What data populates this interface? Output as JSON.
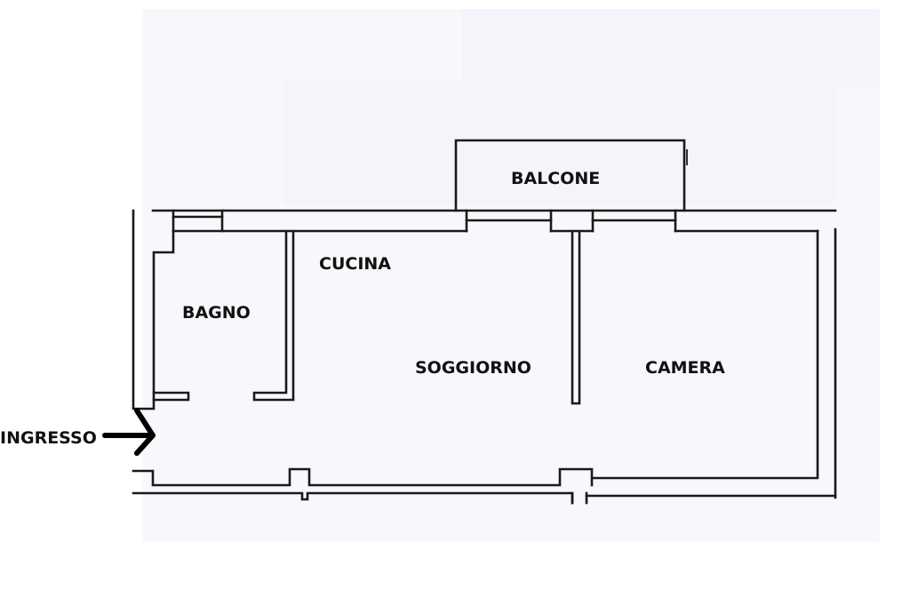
{
  "rooms": {
    "balcone": "BALCONE",
    "cucina": "CUCINA",
    "bagno": "BAGNO",
    "soggiorno": "SOGGIORNO",
    "camera": "CAMERA"
  },
  "entrance": {
    "label": "INGRESSO",
    "arrow_icon": "arrow-right-icon"
  },
  "colors": {
    "wall": "#1a1a1a",
    "text": "#111111",
    "background": "#ffffff"
  }
}
